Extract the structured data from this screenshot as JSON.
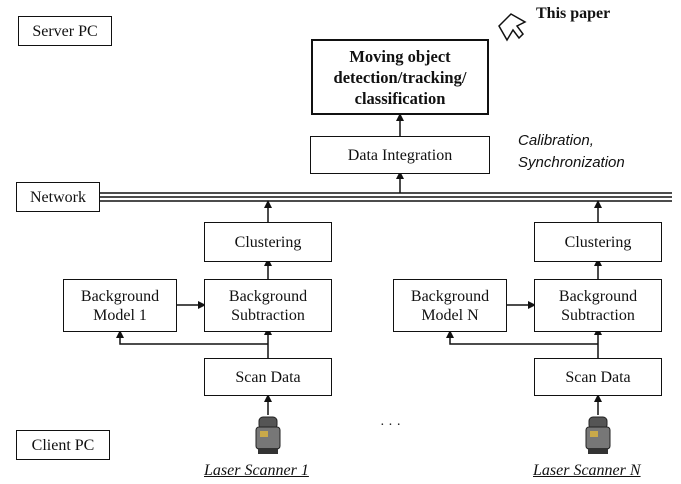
{
  "server_pc": "Server PC",
  "client_pc": "Client PC",
  "network": "Network",
  "this_paper": "This paper",
  "moving_object": [
    "Moving object",
    "detection/tracking/",
    "classification"
  ],
  "data_integration": "Data Integration",
  "calibration": [
    "Calibration,",
    "Synchronization"
  ],
  "left": {
    "clustering": "Clustering",
    "bg_model": [
      "Background",
      "Model 1"
    ],
    "bg_sub": [
      "Background",
      "Subtraction"
    ],
    "scan_data": "Scan Data",
    "scanner": "Laser Scanner 1"
  },
  "right": {
    "clustering": "Clustering",
    "bg_model": [
      "Background",
      "Model N"
    ],
    "bg_sub": [
      "Background",
      "Subtraction"
    ],
    "scan_data": "Scan Data",
    "scanner": "Laser Scanner N"
  },
  "ellipsis": "· · ·",
  "icons": {
    "pointer": "pointer-hand-icon",
    "scanner": "laser-scanner-icon"
  }
}
